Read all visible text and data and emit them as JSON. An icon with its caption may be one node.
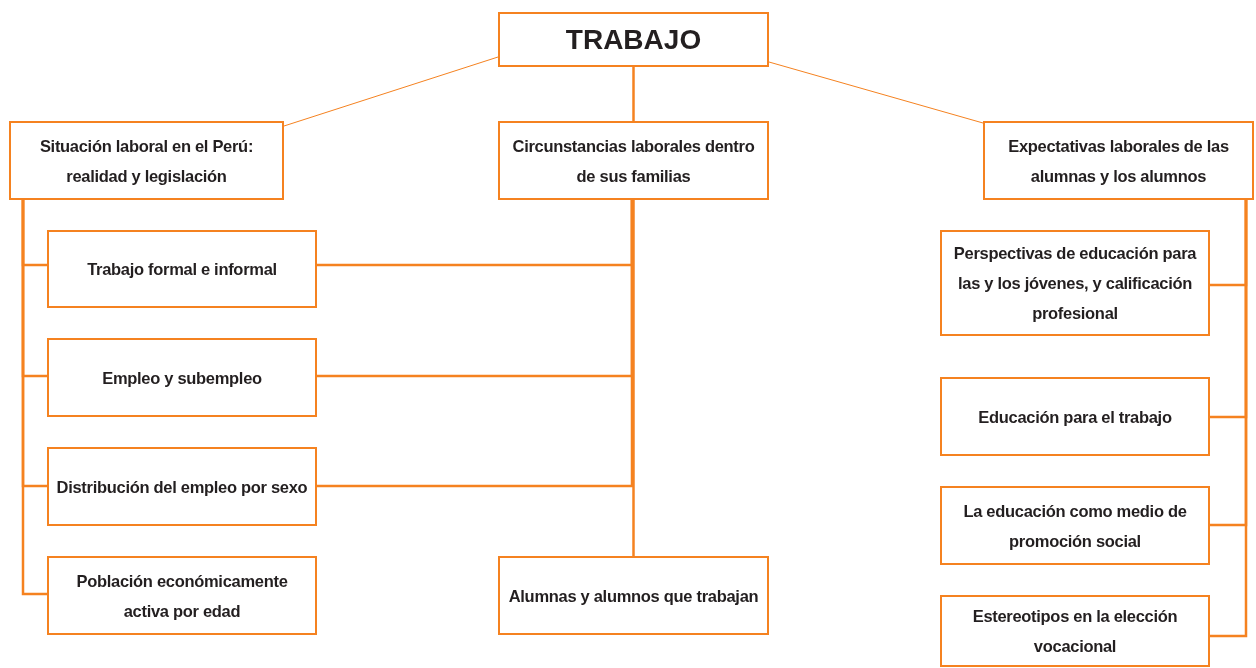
{
  "diagram": {
    "nodes": [
      {
        "text": [
          "TRABAJO"
        ]
      },
      {
        "text": [
          "Situación laboral en el Perú: realidad y legislación"
        ]
      },
      {
        "text": [
          "Circunstancias laborales dentro de sus familias"
        ]
      },
      {
        "text": [
          "Expectativas laborales de las alumnas y los alumnos"
        ]
      },
      {
        "text": [
          "Trabajo formal e informal"
        ]
      },
      {
        "text": [
          "Empleo y subempleo"
        ]
      },
      {
        "text": [
          "Distribución del empleo por sexo"
        ]
      },
      {
        "text": [
          "Población económicamente activa por edad"
        ]
      },
      {
        "text": [
          "Alumnas y alumnos que trabajan"
        ]
      },
      {
        "text": [
          "Perspectivas de educación para las y los jóvenes, y calificación profesional"
        ]
      },
      {
        "text": [
          "Educación para el trabajo"
        ]
      },
      {
        "text": [
          "La educación como medio de promoción social"
        ]
      },
      {
        "text": [
          "Estereotipos en la elección vocacional"
        ]
      }
    ],
    "edges": [
      {
        "from": 0,
        "to": 1,
        "arrow": "none"
      },
      {
        "from": 0,
        "to": 2,
        "arrow": "none"
      },
      {
        "from": 0,
        "to": 3,
        "arrow": "none"
      },
      {
        "from": 1,
        "to": 4,
        "arrow": "none"
      },
      {
        "from": 1,
        "to": 5,
        "arrow": "none"
      },
      {
        "from": 1,
        "to": 6,
        "arrow": "none"
      },
      {
        "from": 1,
        "to": 7,
        "arrow": "none"
      },
      {
        "from": 2,
        "to": 4,
        "arrow": "none"
      },
      {
        "from": 2,
        "to": 5,
        "arrow": "none"
      },
      {
        "from": 2,
        "to": 6,
        "arrow": "none"
      },
      {
        "from": 2,
        "to": 8,
        "arrow": "none"
      },
      {
        "from": 3,
        "to": 9,
        "arrow": "none"
      },
      {
        "from": 3,
        "to": 10,
        "arrow": "none"
      },
      {
        "from": 3,
        "to": 11,
        "arrow": "none"
      },
      {
        "from": 3,
        "to": 12,
        "arrow": "none"
      }
    ]
  }
}
